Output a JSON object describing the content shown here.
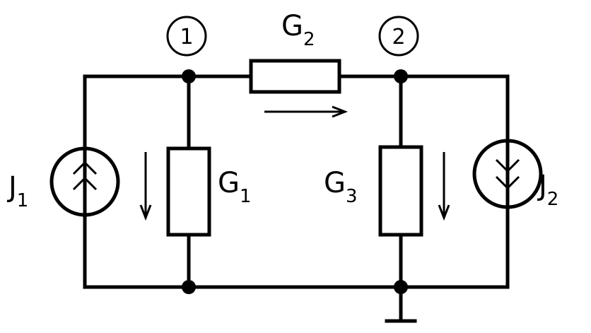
{
  "nodes": [
    {
      "id": "1",
      "label": "1"
    },
    {
      "id": "2",
      "label": "2"
    }
  ],
  "components": {
    "J1": {
      "symbol": "J",
      "index": "1",
      "kind": "current-source"
    },
    "J2": {
      "symbol": "J",
      "index": "2",
      "kind": "current-source"
    },
    "G1": {
      "symbol": "G",
      "index": "1",
      "kind": "conductance"
    },
    "G2": {
      "symbol": "G",
      "index": "2",
      "kind": "conductance"
    },
    "G3": {
      "symbol": "G",
      "index": "3",
      "kind": "conductance"
    }
  },
  "colors": {
    "ink": "#000000",
    "background": "#ffffff"
  }
}
